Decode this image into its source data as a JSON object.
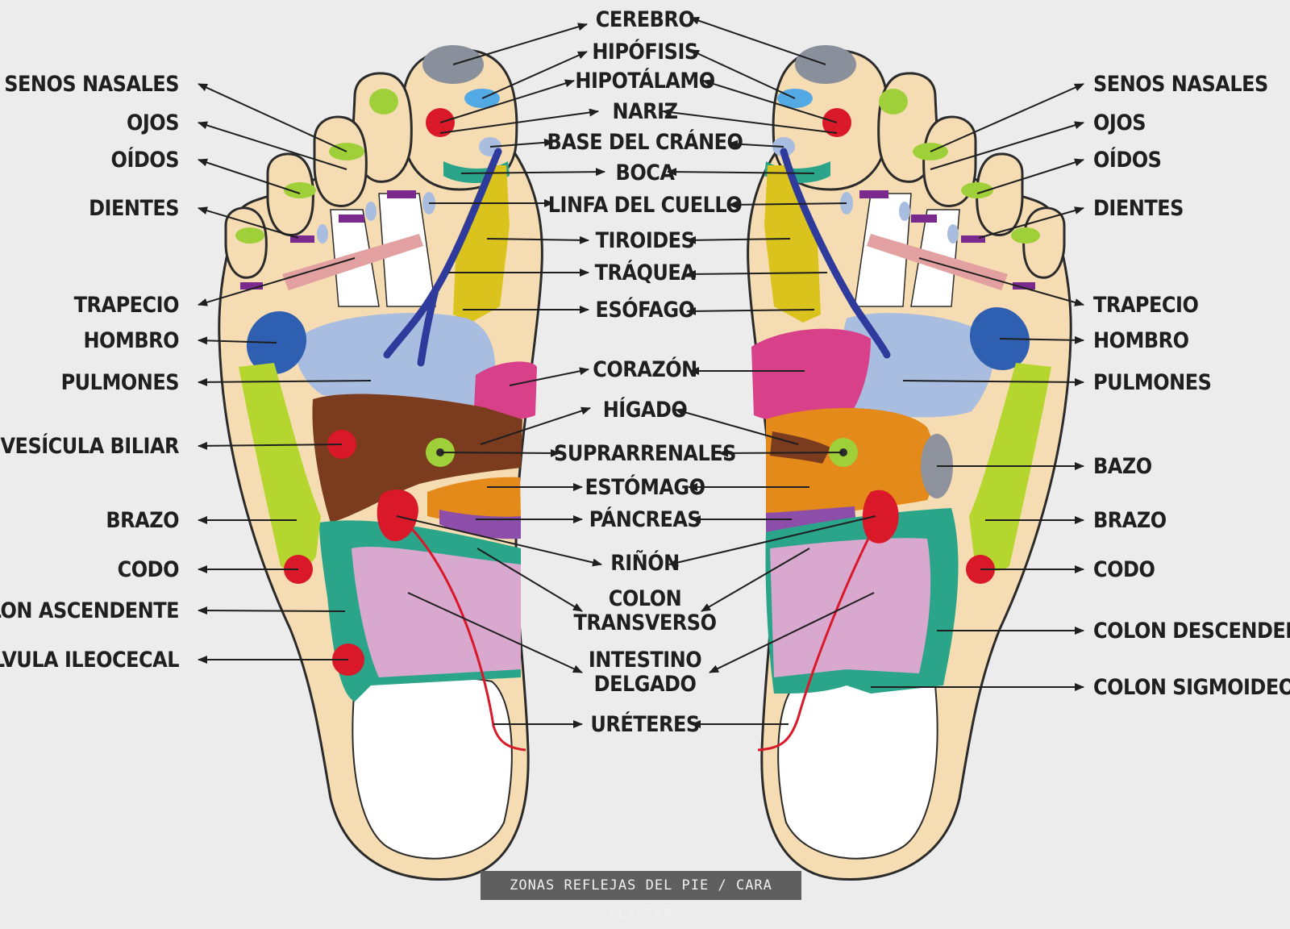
{
  "labels": {
    "left": {
      "senos_nasales": "SENOS NASALES",
      "ojos": "OJOS",
      "oidos": "OÍDOS",
      "dientes": "DIENTES",
      "trapecio": "TRAPECIO",
      "hombro": "HOMBRO",
      "pulmones": "PULMONES",
      "vesicula_biliar": "VESÍCULA BILIAR",
      "brazo": "BRAZO",
      "codo": "CODO",
      "colon_ascendente": "COLON ASCENDENTE",
      "valvula_ileocecal": "VÁLVULA ILEOCECAL"
    },
    "center": {
      "cerebro": "CEREBRO",
      "hipofisis": "HIPÓFISIS",
      "hipotalamo": "HIPOTÁLAMO",
      "nariz": "NARIZ",
      "base_craneo": "BASE DEL CRÁNEO",
      "boca": "BOCA",
      "linfa_cuello": "LINFA DEL CUELLO",
      "tiroides": "TIROIDES",
      "traquea": "TRÁQUEA",
      "esofago": "ESÓFAGO",
      "corazon": "CORAZÓN",
      "higado": "HÍGADO",
      "suprarrenales": "SUPRARRENALES",
      "estomago": "ESTÓMAGO",
      "pancreas": "PÁNCREAS",
      "rinon": "RIÑÓN",
      "colon_transverso_1": "COLON",
      "colon_transverso_2": "TRANSVERSO",
      "intestino_1": "INTESTINO",
      "intestino_2": "DELGADO",
      "ureteres": "URÉTERES"
    },
    "right": {
      "senos_nasales": "SENOS NASALES",
      "ojos": "OJOS",
      "oidos": "OÍDOS",
      "dientes": "DIENTES",
      "trapecio": "TRAPECIO",
      "hombro": "HOMBRO",
      "pulmones": "PULMONES",
      "bazo": "BAZO",
      "brazo": "BRAZO",
      "codo": "CODO",
      "colon_descendente": "COLON DESCENDENTE",
      "colon_sigmoideo": "COLON SIGMOIDEO"
    }
  },
  "caption": "ZONAS REFLEJAS DEL PIE / CARA PLANTAR",
  "colors": {
    "background": "#ececec",
    "skin": "#f6dcb2",
    "outline": "#2b2b2b",
    "brain": "#8a8f9c",
    "pituitary": "#52a9e4",
    "red_point": "#d9182a",
    "sinus": "#9fd03a",
    "thyroid_yellow": "#d9c31c",
    "trachea_blue": "#2e3b9c",
    "lungs": "#a9bde0",
    "shoulder": "#2f5fb0",
    "heart": "#d8408a",
    "liver": "#7a3b1e",
    "stomach": "#e38a1a",
    "pancreas": "#8c4ea8",
    "colon": "#2aa58a",
    "small_intestine": "#d8a8cf",
    "arm": "#b5d62e",
    "spleen": "#8e929c",
    "teeth": "#7a2a8c",
    "trapezius": "#e2a0a0"
  }
}
